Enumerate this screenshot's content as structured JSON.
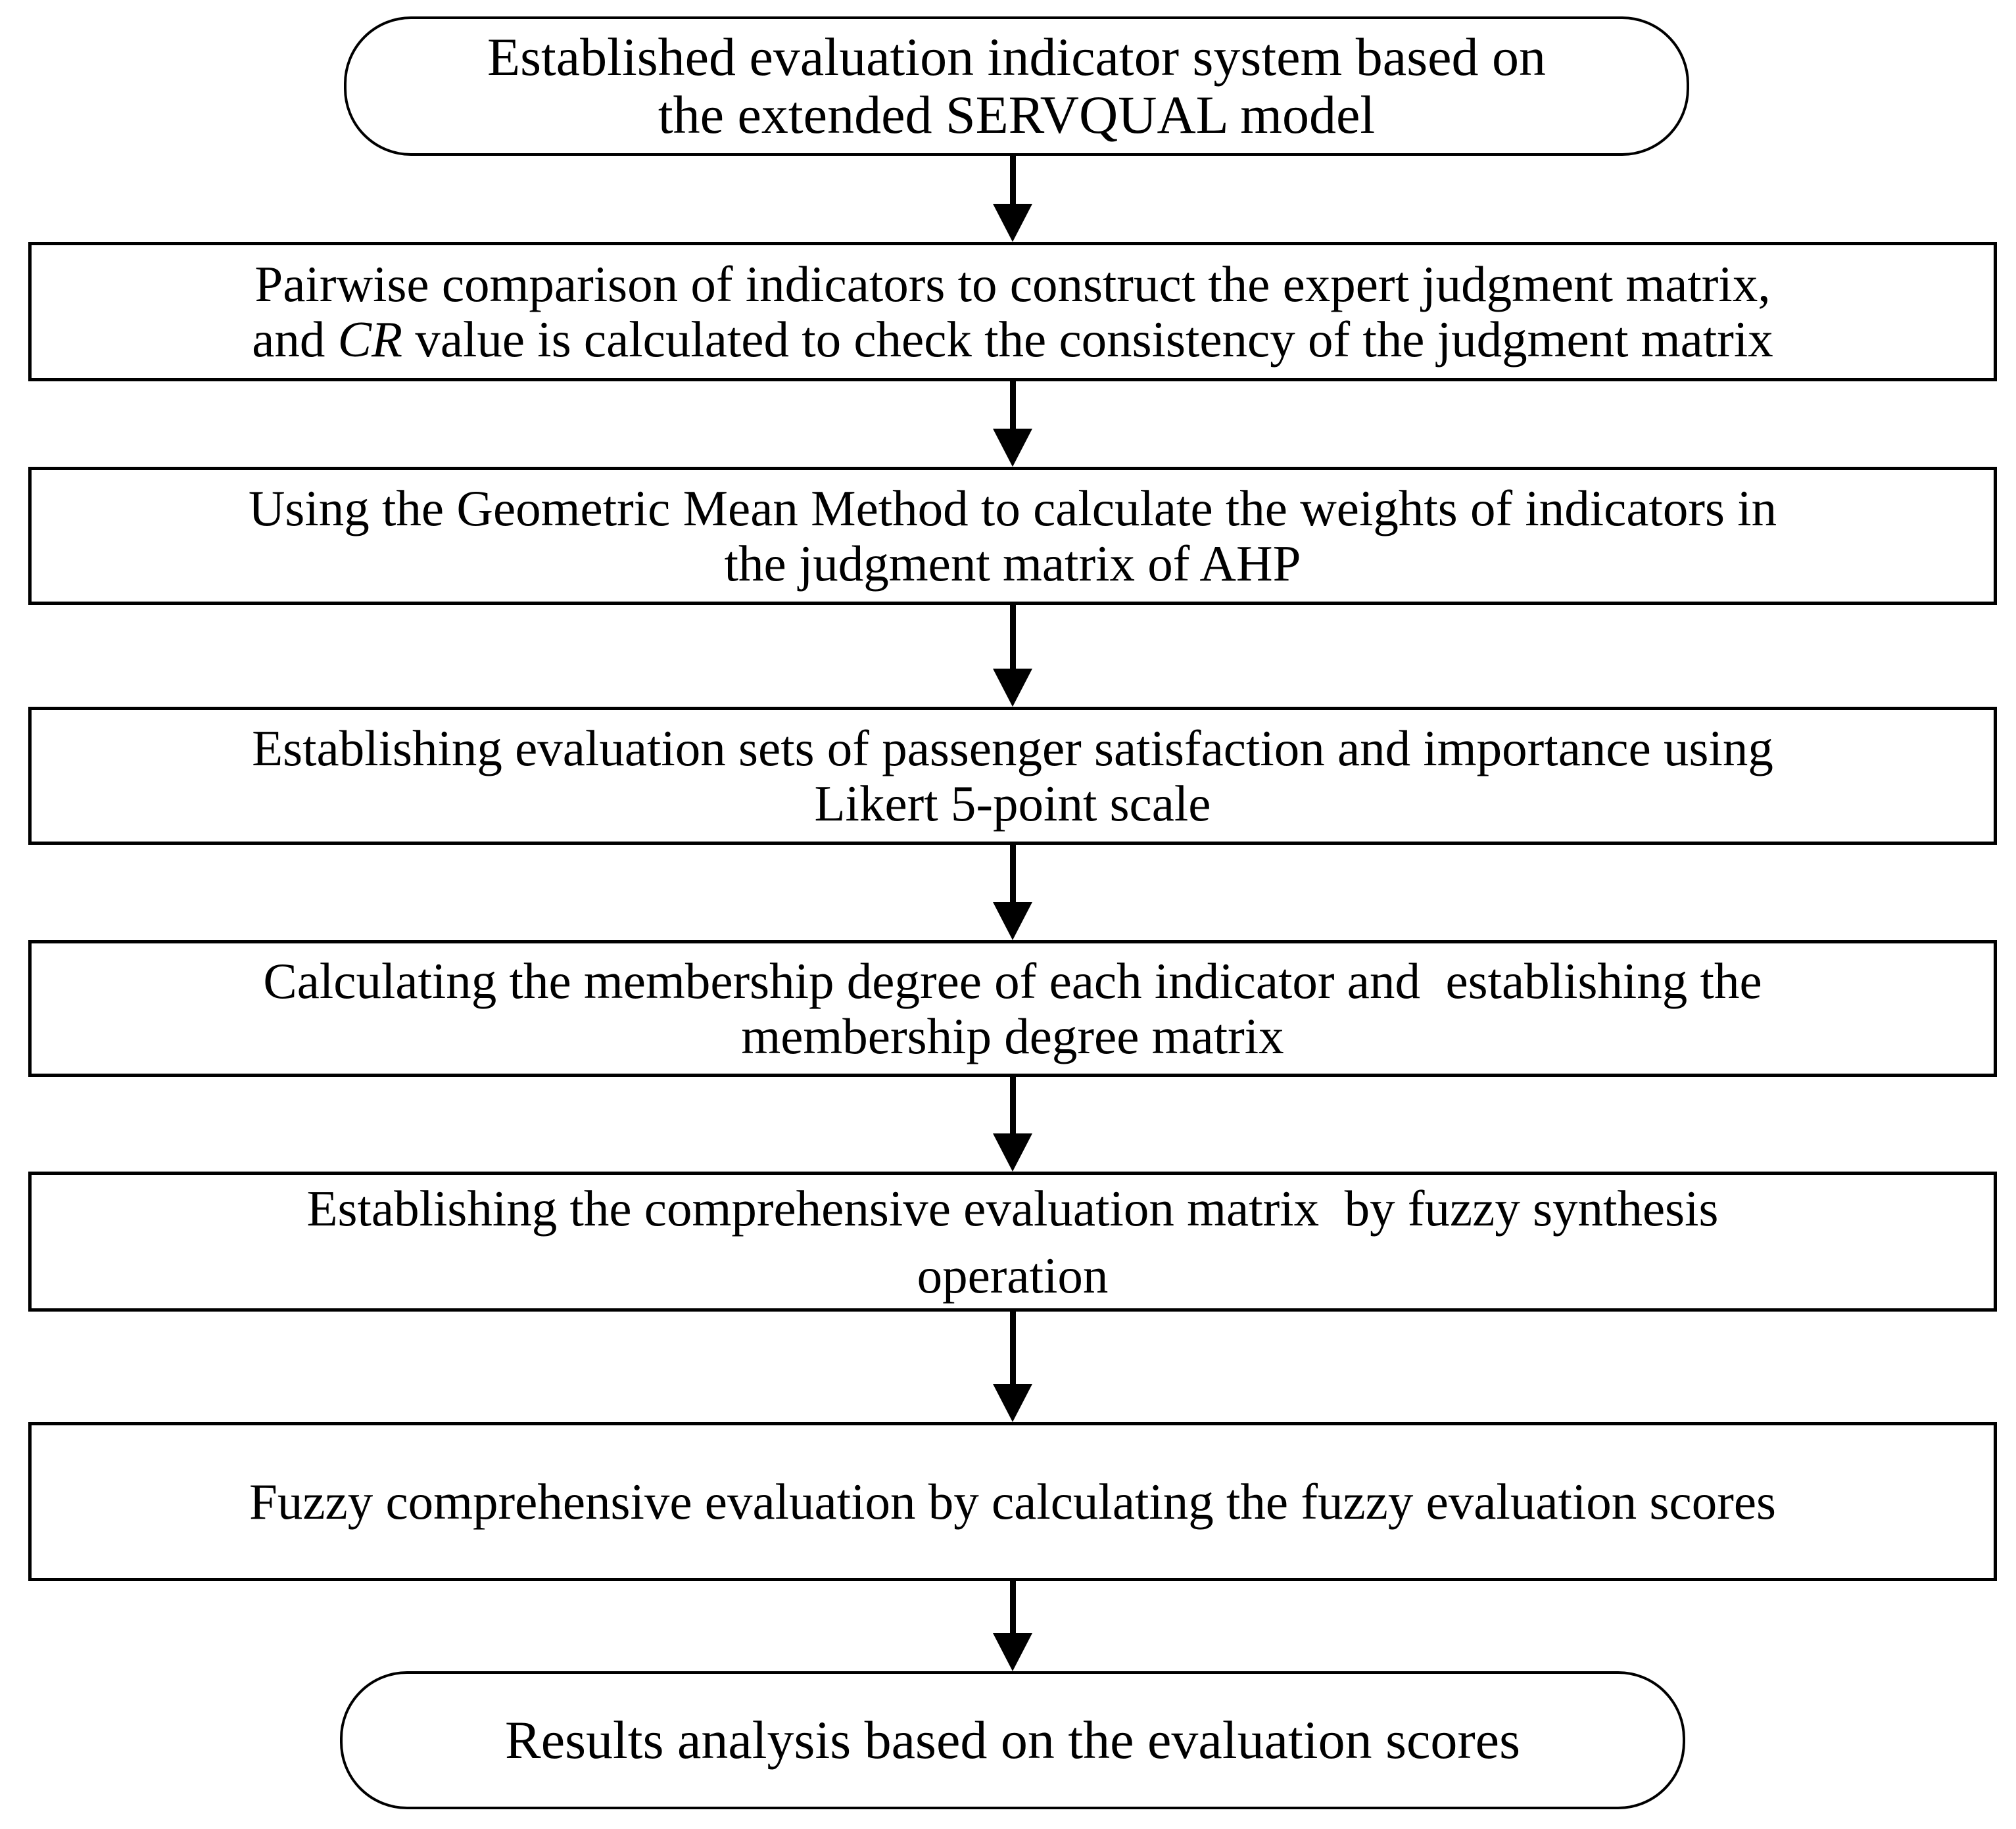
{
  "figure": {
    "type": "flowchart",
    "background_color": "#ffffff",
    "line_color": "#000000",
    "text_color": "#000000",
    "connector_icon": "arrow-down",
    "flow_direction": "top-to-bottom"
  },
  "flowchart": {
    "nodes": [
      {
        "id": "start",
        "shape": "rounded",
        "lines": [
          "Established evaluation indicator system based on",
          "the extended SERVQUAL model"
        ]
      },
      {
        "id": "pairwise-comparison",
        "shape": "rect",
        "lines": [
          "Pairwise comparison of indicators to construct the expert judgment matrix,"
        ],
        "line2": {
          "prefix": "and ",
          "italic": "CR",
          "suffix": " value is calculated to check the consistency of the judgment matrix"
        }
      },
      {
        "id": "geometric-mean-weights",
        "shape": "rect",
        "lines": [
          "Using the Geometric Mean Method to calculate the weights of indicators in",
          "the judgment matrix of AHP"
        ]
      },
      {
        "id": "evaluation-sets",
        "shape": "rect",
        "lines": [
          "Establishing evaluation sets of passenger satisfaction and importance using",
          "Likert 5-point scale"
        ]
      },
      {
        "id": "membership-degree",
        "shape": "rect",
        "lines": [
          "Calculating the membership degree of each indicator and  establishing the",
          "membership degree matrix"
        ]
      },
      {
        "id": "comprehensive-evaluation-matrix",
        "shape": "rect",
        "lines": [
          "Establishing the comprehensive evaluation matrix  by fuzzy synthesis",
          "operation"
        ]
      },
      {
        "id": "fuzzy-comprehensive-evaluation",
        "shape": "rect",
        "lines": [
          "Fuzzy comprehensive evaluation by calculating the fuzzy evaluation scores"
        ]
      },
      {
        "id": "results-analysis",
        "shape": "rounded",
        "lines": [
          "Results analysis based on the evaluation scores"
        ]
      }
    ]
  }
}
